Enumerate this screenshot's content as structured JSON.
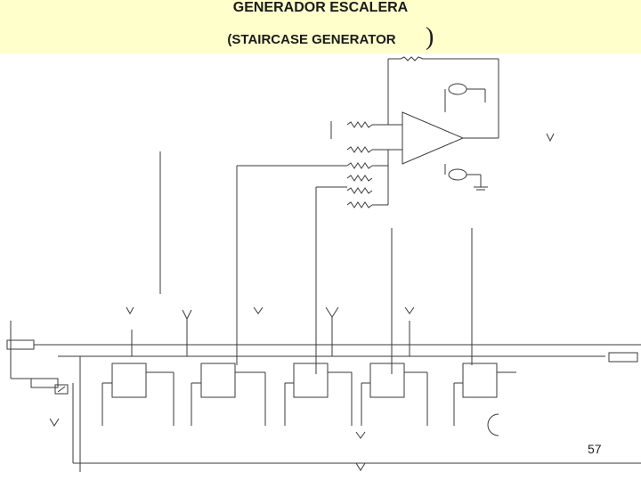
{
  "title": "GENERADOR ESCALERA",
  "subtitle": "(STAIRCASE GENERATOR",
  "subtitle_close": ")",
  "page_number": "57",
  "colors": {
    "banner": "#ffffcc",
    "wire": "#3a3a3a",
    "text": "#1a1a1a"
  }
}
